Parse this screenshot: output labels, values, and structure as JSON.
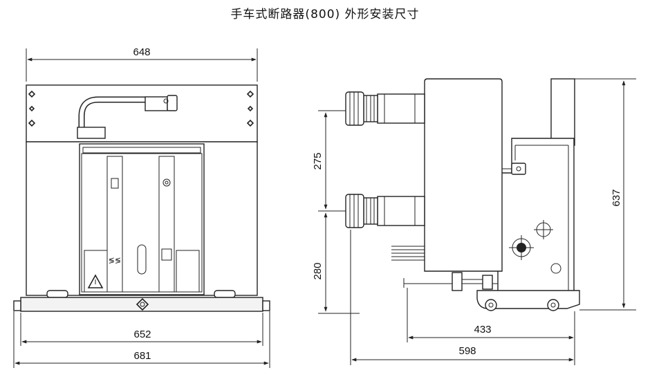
{
  "title": "手车式断路器(800) 外形安装尺寸",
  "front_view": {
    "dim_top_width": "648",
    "dim_base_width": "652",
    "dim_total_width": "681"
  },
  "side_view": {
    "dim_terminal_spacing": "275",
    "dim_lower_terminal_height": "280",
    "dim_total_height": "637",
    "dim_depth_inner": "433",
    "dim_depth_total": "598"
  },
  "icons": {
    "warning": "warning-triangle-icon",
    "grounding": "grounding-symbol-icon"
  }
}
